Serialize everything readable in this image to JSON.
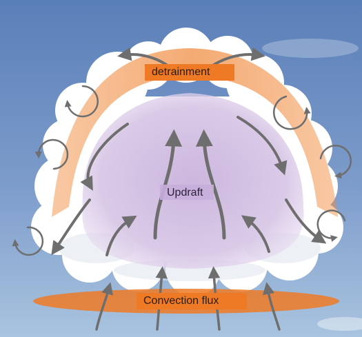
{
  "labels": {
    "detrainment": "detrainment",
    "updraft": "Updraft",
    "convection_flux": "Convection flux"
  },
  "colors": {
    "sky_top": "#5a7fb8",
    "sky_bottom": "#a9c4df",
    "cloud": "#ffffff",
    "detrainment_band": "#f08a3c",
    "label_box": "#ee7a26",
    "updraft_region": "#c9b3dc",
    "updraft_label_box": "#c6aedb",
    "arrow": "#6e6e6e"
  },
  "icons": {
    "arrows": "curved-flow-arrow",
    "eddies": "circular-eddy-arrow"
  }
}
